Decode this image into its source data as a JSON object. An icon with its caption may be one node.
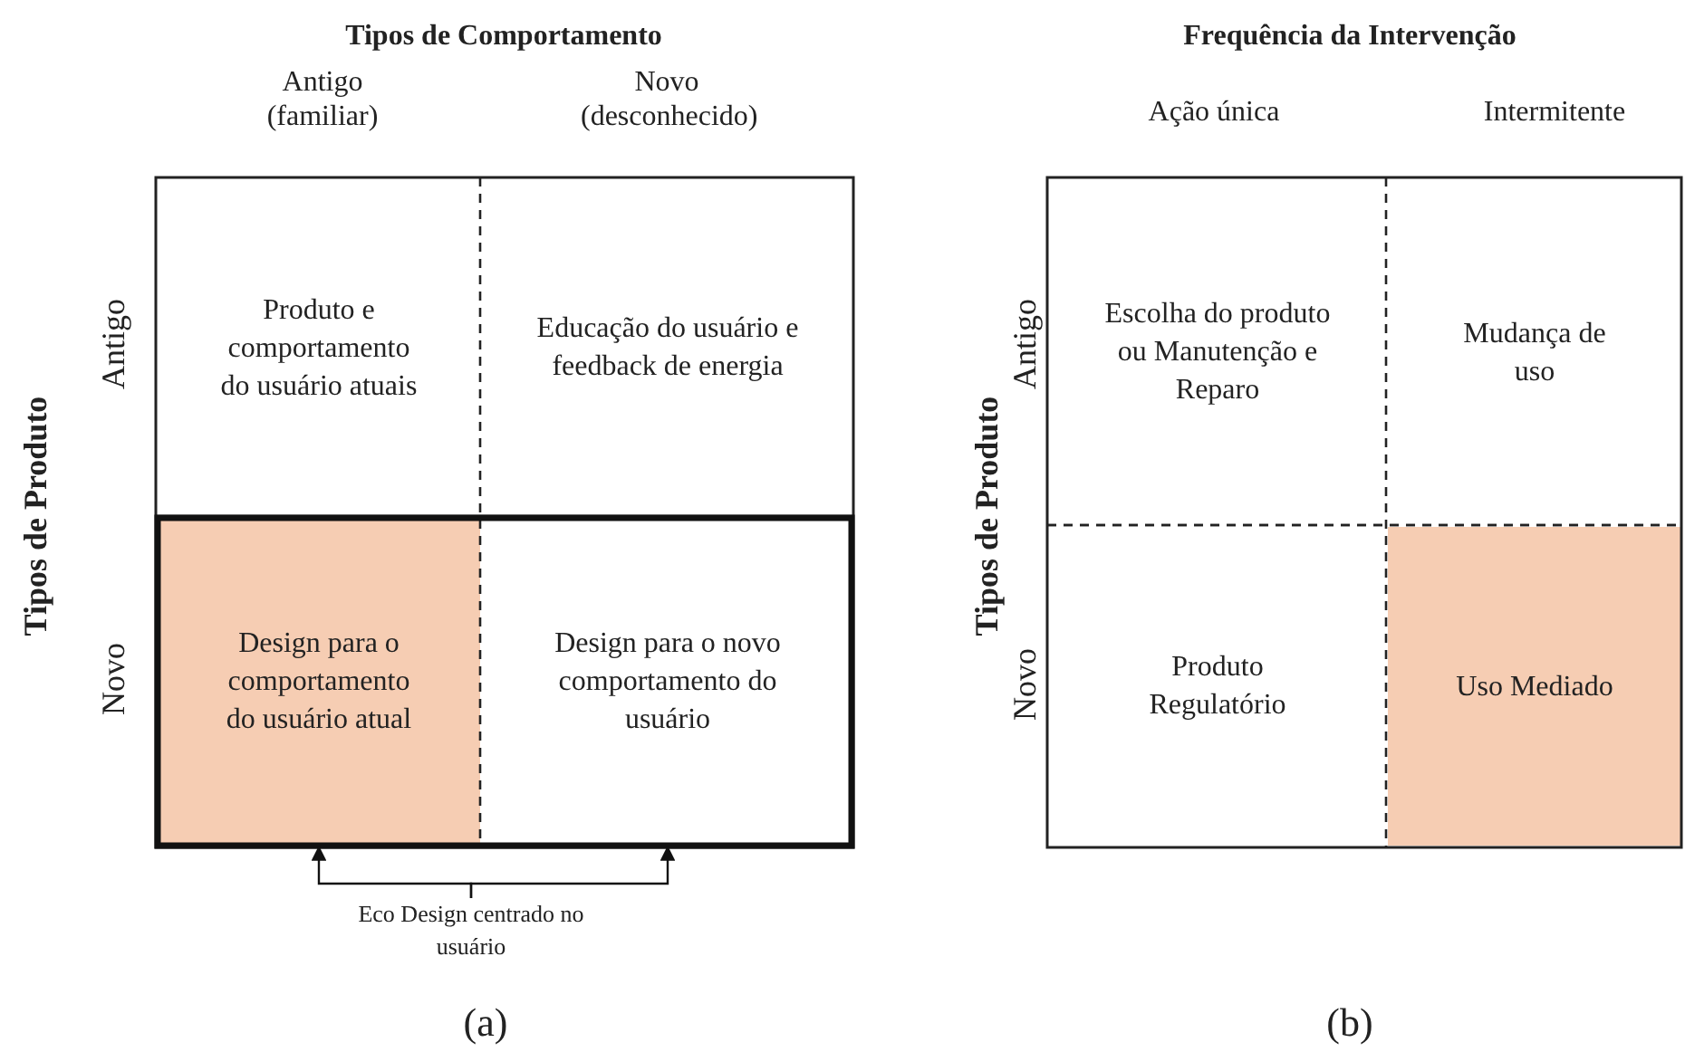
{
  "diagram": {
    "nodes": [
      {
        "text": [
          "Produto e comportamento do usuário atuais"
        ]
      },
      {
        "text": [
          "Educação do usuário e feedback de energia"
        ]
      },
      {
        "text": [
          "Design para o comportamento do usuário atual"
        ]
      },
      {
        "text": [
          "Design para o novo comportamento do usuário"
        ]
      },
      {
        "text": [
          "Eco Design centrado no usuário"
        ]
      },
      {
        "text": [
          "Escolha do produto ou Manutenção e Reparo"
        ]
      },
      {
        "text": [
          "Mudança de uso"
        ]
      },
      {
        "text": [
          "Produto Regulatório"
        ]
      },
      {
        "text": [
          "Uso Mediado"
        ]
      }
    ],
    "edges": [
      {
        "from": 4,
        "to": 2,
        "arrow": "to"
      },
      {
        "from": 4,
        "to": 3,
        "arrow": "to"
      }
    ],
    "labels": [
      "Tipos de Comportamento",
      "Antigo (familiar)",
      "Novo (desconhecido)",
      "Tipos de Produto",
      "Antigo",
      "Novo",
      "(a)",
      "Frequência da Intervenção",
      "Ação única",
      "Intermitente",
      "Tipos de Produto",
      "Antigo",
      "Novo",
      "(b)"
    ]
  }
}
